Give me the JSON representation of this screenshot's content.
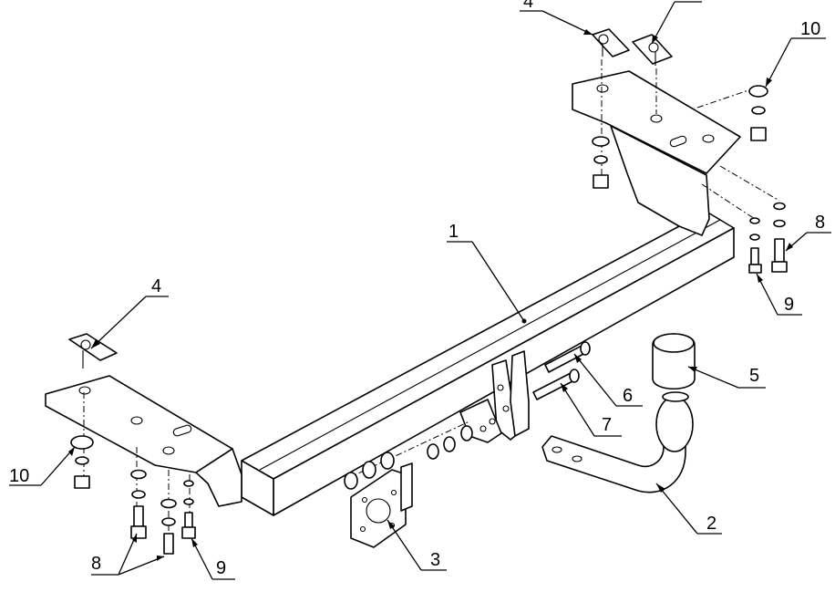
{
  "labels": {
    "tow_bar": "1",
    "tow_ball_neck": "2",
    "socket_plate": "3",
    "spacer_top_left": "4",
    "spacer_left": "4",
    "ball_cover": "5",
    "bolt_long": "6",
    "bolt_short": "7",
    "screw_right": "8",
    "screws_left": "8",
    "nut_right": "9",
    "nut_left": "9",
    "washer_right": "10",
    "washer_left": "10"
  }
}
